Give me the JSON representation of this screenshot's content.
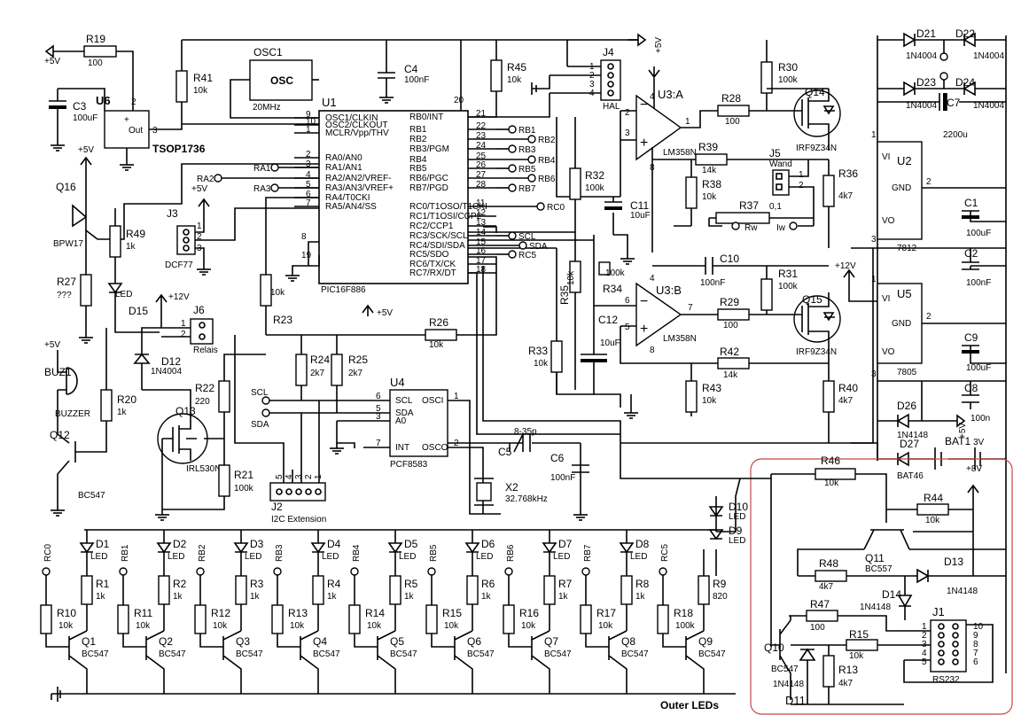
{
  "components": {
    "u1": {
      "name": "U1",
      "part": "PIC16F886",
      "left_pins": [
        {
          "n": "9",
          "t": "OSC1/CLKIN"
        },
        {
          "n": "10",
          "t": "OSC2/CLKOUT"
        },
        {
          "n": "1",
          "t": "MCLR/Vpp/THV"
        },
        {
          "n": "2",
          "t": "RA0/AN0"
        },
        {
          "n": "3",
          "t": "RA1/AN1"
        },
        {
          "n": "4",
          "t": "RA2/AN2/VREF-"
        },
        {
          "n": "5",
          "t": "RA3/AN3/VREF+"
        },
        {
          "n": "6",
          "t": "RA4/T0CKI"
        },
        {
          "n": "7",
          "t": "RA5/AN4/SS"
        }
      ],
      "right_pins": [
        {
          "n": "21",
          "t": "RB0/INT"
        },
        {
          "n": "22",
          "t": "RB1"
        },
        {
          "n": "23",
          "t": "RB2"
        },
        {
          "n": "24",
          "t": "RB3/PGM"
        },
        {
          "n": "25",
          "t": "RB4"
        },
        {
          "n": "26",
          "t": "RB5"
        },
        {
          "n": "27",
          "t": "RB6/PGC"
        },
        {
          "n": "28",
          "t": "RB7/PGD"
        },
        {
          "n": "11",
          "t": "RC0/T1OSO/T1CKI"
        },
        {
          "n": "12",
          "t": "RC1/T1OSI/CCP2"
        },
        {
          "n": "13",
          "t": "RC2/CCP1"
        },
        {
          "n": "14",
          "t": "RC3/SCK/SCL"
        },
        {
          "n": "15",
          "t": "RC4/SDI/SDA"
        },
        {
          "n": "16",
          "t": "RC5/SDO"
        },
        {
          "n": "17",
          "t": "RC6/TX/CK"
        },
        {
          "n": "18",
          "t": "RC7/RX/DT"
        }
      ],
      "p20": "20",
      "p8": "8",
      "p19": "19"
    },
    "u4": {
      "name": "U4",
      "part": "PCF8583",
      "pins": [
        {
          "n": "6",
          "t": "SCL"
        },
        {
          "n": "5",
          "t": "SDA"
        },
        {
          "n": "3",
          "t": "A0"
        },
        {
          "n": "7",
          "t": "INT"
        }
      ],
      "right": [
        {
          "n": "1",
          "t": "OSCI"
        },
        {
          "n": "2",
          "t": "OSCO"
        }
      ]
    },
    "u6": {
      "name": "U6",
      "part": "TSOP1736",
      "plus": "+",
      "out": "Out",
      "p2": "2",
      "p3": "3"
    },
    "u3a": {
      "name": "U3:A",
      "part": "LM358N",
      "p1": "1",
      "p2": "2",
      "p3": "3",
      "p4": "4",
      "p8": "8"
    },
    "u3b": {
      "name": "U3:B",
      "part": "LM358N",
      "p5": "5",
      "p6": "6",
      "p7": "7",
      "p4": "4",
      "p8": "8"
    },
    "u2": {
      "name": "U2",
      "part": "7812",
      "vi": "VI",
      "gnd": "GND",
      "vo": "VO",
      "p1": "1",
      "p2": "2",
      "p3": "3"
    },
    "u5": {
      "name": "U5",
      "part": "7805",
      "vi": "VI",
      "gnd": "GND",
      "vo": "VO",
      "p1": "1",
      "p2": "2",
      "p3": "3"
    },
    "osc1": {
      "name": "OSC1",
      "body": "OSC",
      "freq": "20MHz"
    },
    "j1": {
      "name": "J1",
      "type": "RS232",
      "pins": [
        "1",
        "2",
        "3",
        "4",
        "5",
        "6",
        "7",
        "8",
        "9",
        "10"
      ]
    },
    "j2": {
      "name": "J2",
      "type": "I2C Extension",
      "pins": [
        "5",
        "4",
        "3",
        "2",
        "1"
      ]
    },
    "j3": {
      "name": "J3",
      "type": "DCF77",
      "pins": [
        "1",
        "2",
        "3"
      ]
    },
    "j4": {
      "name": "J4",
      "type": "HAL",
      "pins": [
        "1",
        "2",
        "3",
        "4"
      ]
    },
    "j5": {
      "name": "J5",
      "type": "Wand",
      "pins": [
        "1",
        "2"
      ]
    },
    "j6": {
      "name": "J6",
      "type": "Relais",
      "pins": [
        "1",
        "2"
      ]
    }
  },
  "labels": {
    "r19": "R19",
    "r19v": "100",
    "r41": "R41",
    "r41v": "10k",
    "r45": "R45",
    "r45v": "10k",
    "r30": "R30",
    "r30v": "100k",
    "r28": "R28",
    "r28v": "100",
    "r39": "R39",
    "r39v": "14k",
    "r38": "R38",
    "r38v": "10k",
    "r36": "R36",
    "r36v": "4k7",
    "r37": "R37",
    "r37v": "0,1",
    "rw": "Rw",
    "iw": "Iw",
    "r32": "R32",
    "r32v": "100k",
    "r35": "R35",
    "r35v": "10k",
    "r34": "R34",
    "r34v": "100k",
    "r33": "R33",
    "r33v": "10k",
    "r31": "R31",
    "r31v": "100k",
    "r29": "R29",
    "r29v": "100",
    "r42": "R42",
    "r42v": "14k",
    "r43": "R43",
    "r43v": "10k",
    "r40": "R40",
    "r40v": "4k7",
    "r26": "R26",
    "r26v": "10k",
    "r23": "R23",
    "r24": "R24",
    "r24v": "2k7",
    "r25": "R25",
    "r25v": "2k7",
    "r22": "R22",
    "r22v": "220",
    "r21": "R21",
    "r21v": "100k",
    "r49": "R49",
    "r49v": "1k",
    "r27": "R27",
    "r27v": "???",
    "r20": "R20",
    "r20v": "1k",
    "r46": "R46",
    "r46v": "10k",
    "r44": "R44",
    "r44v": "10k",
    "r48": "R48",
    "r48v": "4k7",
    "r47": "R47",
    "r47v": "100",
    "r15": "R15",
    "r15v": "10k",
    "r13": "R13",
    "r13v": "4k7",
    "r9": "R9",
    "r9v": "820",
    "r10k": "10k",
    "r1k": "1k",
    "c3": "C3",
    "c3v": "100uF",
    "c4": "C4",
    "c4v": "100nF",
    "c11": "C11",
    "c11v": "10uF",
    "c10": "C10",
    "c10v": "100nF",
    "c12": "C12",
    "c12v": "10uF",
    "c5": "C5",
    "c5v": "8-35p",
    "c6": "C6",
    "c6v": "100nF",
    "c7": "C7",
    "c7v": "2200u",
    "c1": "C1",
    "c1v": "100uF",
    "c2": "C2",
    "c2v": "100nF",
    "c9": "C9",
    "c9v": "100uF",
    "c8": "C8",
    "c8v": "100n",
    "x2": "X2",
    "x2v": "32.768kHz",
    "q14": "Q14",
    "q15": "Q15",
    "irf": "IRF9Z34N",
    "q13": "Q13",
    "q13v": "IRL530N",
    "q16": "Q16",
    "q16v": "BPW17",
    "q12": "Q12",
    "bc547": "BC547",
    "q11": "Q11",
    "q11v": "BC557",
    "q10": "Q10",
    "d15": "D15",
    "d12": "D12",
    "n4004": "1N4004",
    "d21": "D21",
    "d22": "D22",
    "d23": "D23",
    "d24": "D24",
    "d26": "D26",
    "d27": "D27",
    "d27v": "BAT46",
    "n4148": "1N4148",
    "d13": "D13",
    "d14": "D14",
    "d11": "D11",
    "d10": "D10",
    "d9": "D9",
    "led": "LED",
    "buz1": "BUZ1",
    "buzzer": "BUZZER",
    "bat1": "BAT1",
    "v3": "3V",
    "p5v": "+5V",
    "p12v": "+12V",
    "p8v": "+8V",
    "outer": "Outer LEDs",
    "ra1": "RA1",
    "ra2": "RA2",
    "ra3": "RA3",
    "rb1": "RB1",
    "rb2": "RB2",
    "rb3": "RB3",
    "rb4": "RB4",
    "rb5": "RB5",
    "rb6": "RB6",
    "rb7": "RB7",
    "rc0": "RC0",
    "scl": "SCL",
    "sda": "SDA",
    "rc5": "RC5"
  },
  "rows": {
    "stages": [
      {
        "d": "D1",
        "r": "R1",
        "rb": "R10",
        "q": "Q1",
        "in": "RC0"
      },
      {
        "d": "D2",
        "r": "R2",
        "rb": "R11",
        "q": "Q2",
        "in": "RB1"
      },
      {
        "d": "D3",
        "r": "R3",
        "rb": "R12",
        "q": "Q3",
        "in": "RB2"
      },
      {
        "d": "D4",
        "r": "R4",
        "rb": "R13",
        "q": "Q4",
        "in": "RB3"
      },
      {
        "d": "D5",
        "r": "R5",
        "rb": "R14",
        "q": "Q5",
        "in": "RB4"
      },
      {
        "d": "D6",
        "r": "R6",
        "rb": "R15",
        "q": "Q6",
        "in": "RB5"
      },
      {
        "d": "D7",
        "r": "R7",
        "rb": "R16",
        "q": "Q7",
        "in": "RB6"
      },
      {
        "d": "D8",
        "r": "R8",
        "rb": "R17",
        "q": "Q8",
        "in": "RB7"
      },
      {
        "d": "",
        "r": "R9",
        "rb": "R18",
        "q": "Q9",
        "in": "RC5"
      }
    ],
    "r18v": "100k"
  },
  "highlight_color": "#c84646"
}
